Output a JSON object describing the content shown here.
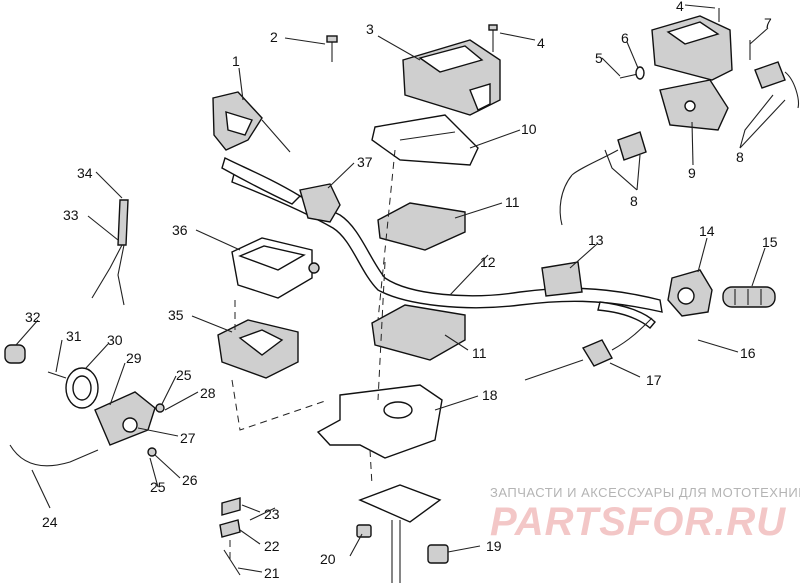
{
  "diagram": {
    "callouts": [
      "1",
      "2",
      "3",
      "4",
      "4",
      "5",
      "6",
      "7",
      "8",
      "8",
      "9",
      "10",
      "11",
      "11",
      "12",
      "13",
      "14",
      "15",
      "16",
      "17",
      "18",
      "19",
      "20",
      "21",
      "22",
      "23",
      "24",
      "25",
      "25",
      "26",
      "27",
      "28",
      "29",
      "30",
      "31",
      "32",
      "33",
      "34",
      "35",
      "36",
      "37"
    ]
  },
  "watermark": {
    "caption": "ЗАПЧАСТИ И АКСЕССУАРЫ ДЛЯ МОТОТЕХНИКИ",
    "brand": "PARTSFOR.RU",
    "brand_color": "#e89a9a"
  }
}
